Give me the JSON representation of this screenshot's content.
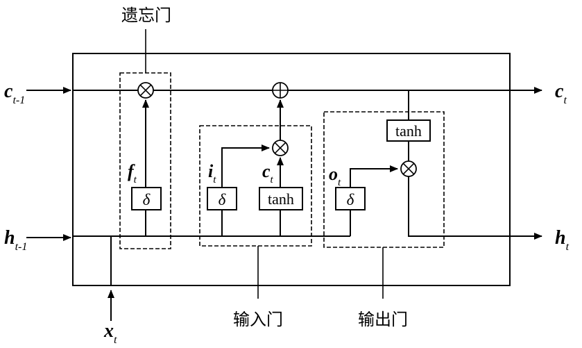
{
  "gate_labels": {
    "forget": "遗忘门",
    "input": "输入门",
    "output": "输出门"
  },
  "signals": {
    "c_prev": {
      "base": "c",
      "sub": "t-1"
    },
    "c_out": {
      "base": "c",
      "sub": "t"
    },
    "h_prev": {
      "base": "h",
      "sub": "t-1"
    },
    "h_out": {
      "base": "h",
      "sub": "t"
    },
    "x_in": {
      "base": "x",
      "sub": "t"
    },
    "f": {
      "base": "f",
      "sub": "t"
    },
    "i": {
      "base": "i",
      "sub": "t"
    },
    "c_candidate": {
      "base": "c",
      "sub": "t"
    },
    "o": {
      "base": "o",
      "sub": "t"
    }
  },
  "blocks": {
    "sigma": "δ",
    "tanh": "tanh"
  },
  "operators": {
    "multiply": "⊗",
    "add": "⊕"
  }
}
